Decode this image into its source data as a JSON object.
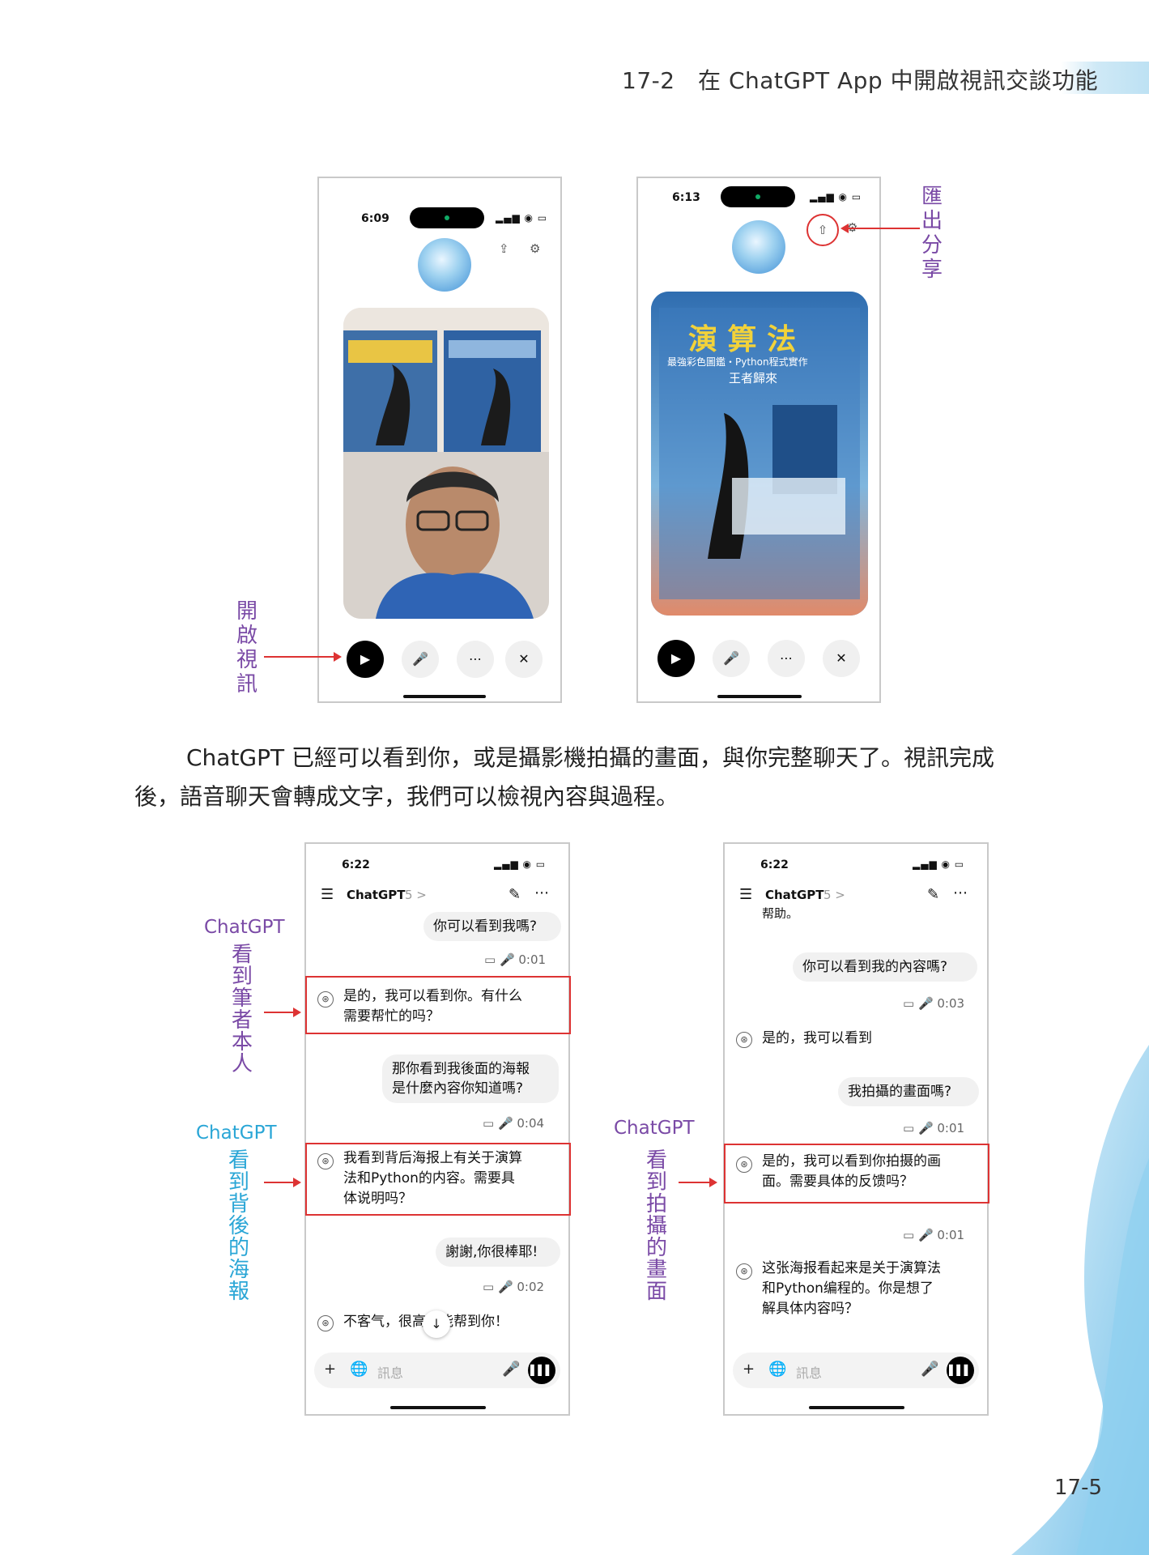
{
  "header": {
    "chapter_title": "17-2　在 ChatGPT App 中開啟視訊交談功能"
  },
  "page_number": "17-5",
  "colors": {
    "purple": "#7a4aa6",
    "blue": "#2aa6d6",
    "red": "#d33",
    "accent_bg": "#cfe9f6"
  },
  "phone1": {
    "time": "6:09",
    "status_icons": "▂▄▆ ◉ ▭",
    "share_icon": "⇪",
    "settings_icon": "⚙",
    "controls": [
      "video-icon",
      "mic-icon",
      "more-icon",
      "close-icon"
    ],
    "annotation": [
      "開",
      "啟",
      "視",
      "訊"
    ]
  },
  "phone2": {
    "time": "6:13",
    "status_icons": "▂▄▆ ◉ ▭",
    "poster_title": "演 算 法",
    "poster_subtitle": "最強彩色圖鑑・Python程式實作",
    "poster_sub2": "王者歸來",
    "annotation": [
      "匯",
      "出",
      "分",
      "享"
    ]
  },
  "paragraph": {
    "line1": "ChatGPT 已經可以看到你，或是攝影機拍攝的畫面，與你完整聊天了。視訊完成",
    "line2": "後，語音聊天會轉成文字，我們可以檢視內容與過程。"
  },
  "chat1": {
    "time": "6:22",
    "app_title": "ChatGPT",
    "version": "5 >",
    "msg1": "你可以看到我嗎?",
    "meta1": "0:01",
    "reply1_l1": "是的，我可以看到你。有什么",
    "reply1_l2": "需要帮忙的吗？",
    "msg2_l1": "那你看到我後面的海報",
    "msg2_l2": "是什麼內容你知道嗎?",
    "meta2": "0:04",
    "reply2_l1": "我看到背后海报上有关于演算",
    "reply2_l2": "法和Python的内容。需要具",
    "reply2_l3": "体说明吗？",
    "msg3": "謝謝,你很棒耶!",
    "meta3": "0:02",
    "reply3": "不客气，很高兴能帮到你！",
    "input_placeholder": "訊息",
    "label_title": "ChatGPT",
    "label1": [
      "看",
      "到",
      "筆",
      "者",
      "本",
      "人"
    ],
    "label2_title": "ChatGPT",
    "label2": [
      "看",
      "到",
      "背",
      "後",
      "的",
      "海",
      "報"
    ]
  },
  "chat2": {
    "time": "6:22",
    "app_title": "ChatGPT",
    "version": "5 >",
    "cutoff": "帮助。",
    "msg1": "你可以看到我的內容嗎?",
    "meta1": "0:03",
    "reply1": "是的，我可以看到",
    "msg2": "我拍攝的畫面嗎?",
    "meta2": "0:01",
    "reply2_l1": "是的，我可以看到你拍摄的画",
    "reply2_l2": "面。需要具体的反馈吗？",
    "meta3": "0:01",
    "reply3_l1": "这张海报看起来是关于演算法",
    "reply3_l2": "和Python编程的。你是想了",
    "reply3_l3": "解具体内容吗？",
    "input_placeholder": "訊息",
    "label_title": "ChatGPT",
    "label": [
      "看",
      "到",
      "拍",
      "攝",
      "的",
      "畫",
      "面"
    ]
  }
}
